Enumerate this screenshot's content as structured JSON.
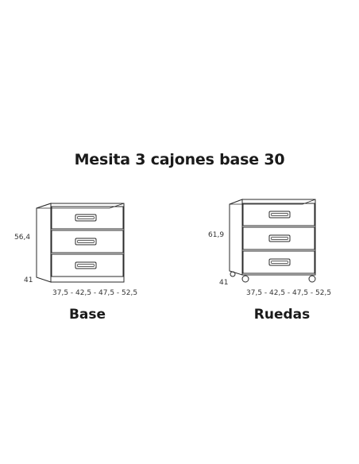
{
  "title": "Mesita 3 cajones base 30",
  "colors": {
    "line": "#2a2a2a",
    "text": "#1a1a1a"
  },
  "left_unit": {
    "height_label": "56,4",
    "depth_label": "41",
    "width_label": "37,5 - 42,5 - 47,5 - 52,5",
    "caption": "Base"
  },
  "right_unit": {
    "height_label": "61,9",
    "depth_label": "41",
    "width_label": "37,5 - 42,5 - 47,5 - 52,5",
    "caption": "Ruedas"
  }
}
